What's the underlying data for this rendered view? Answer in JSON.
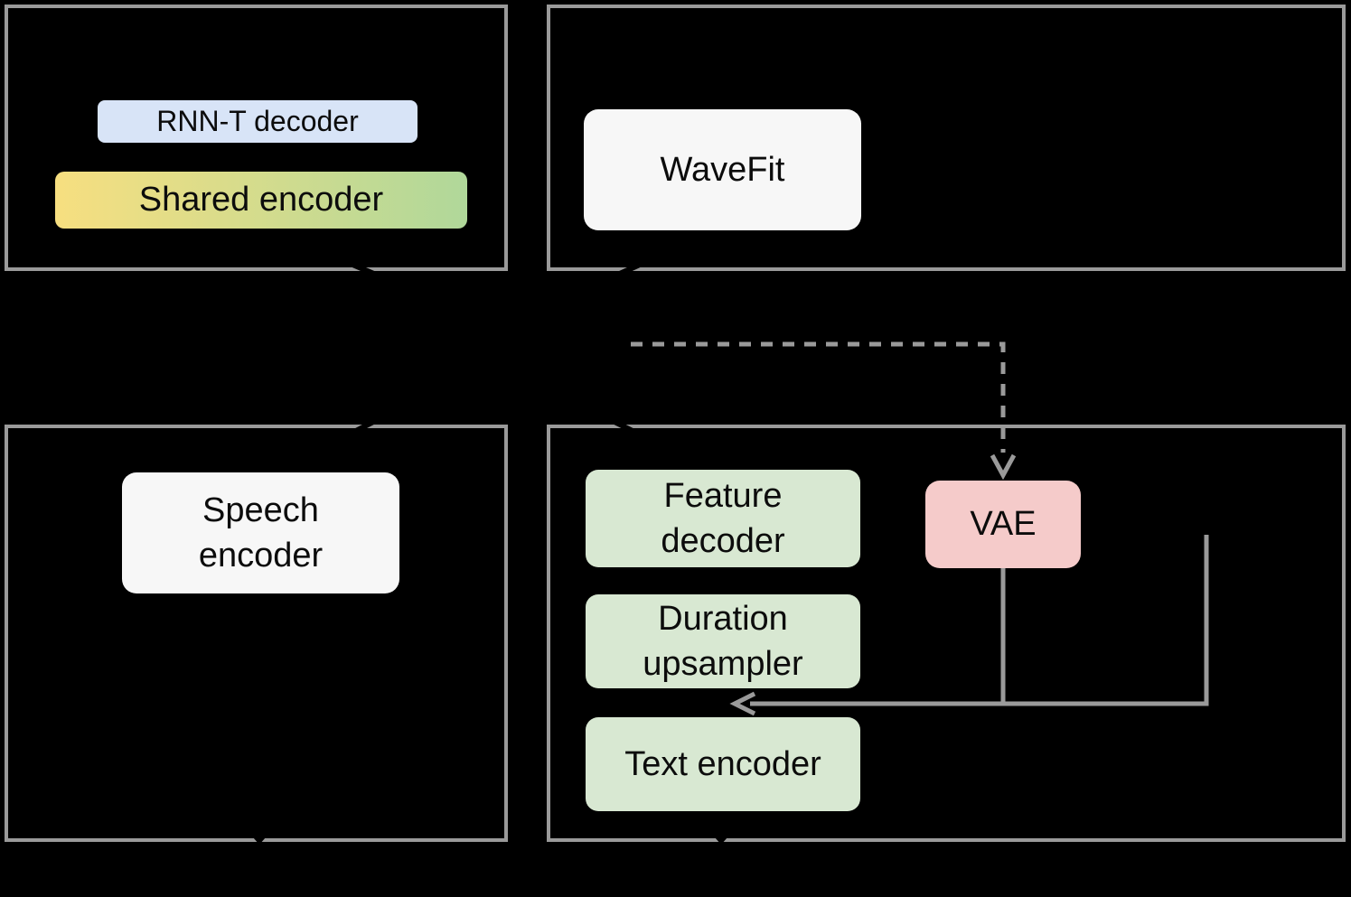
{
  "diagram": {
    "background_color": "#000000",
    "panel_border_color": "#9a9a9a",
    "connector_color": "#9a9a9a",
    "text_color": "#0c0c0c",
    "panels": {
      "top_left": {
        "blocks": {
          "rnnt_decoder": {
            "label": "RNN-T decoder",
            "fill": "#d8e4f7"
          },
          "shared_encoder": {
            "label": "Shared encoder",
            "fill_gradient": [
              "#f7df80",
              "#b0d89a"
            ]
          }
        }
      },
      "top_right": {
        "blocks": {
          "wavefit": {
            "label": "WaveFit",
            "fill": "#f7f7f7"
          }
        }
      },
      "bottom_left": {
        "blocks": {
          "speech_encoder": {
            "label": "Speech encoder",
            "fill": "#f7f7f7"
          }
        }
      },
      "bottom_right": {
        "blocks": {
          "feature_decoder": {
            "label": "Feature decoder",
            "fill": "#d8e8d2"
          },
          "duration_upsampler": {
            "label": "Duration upsampler",
            "fill": "#d8e8d2"
          },
          "text_encoder": {
            "label": "Text encoder",
            "fill": "#d8e8d2"
          },
          "vae": {
            "label": "VAE",
            "fill": "#f5cbca"
          }
        }
      }
    },
    "connectors": [
      {
        "id": "dashed-elbow-into-vae",
        "style": "dashed",
        "arrowhead": "down",
        "color": "#9a9a9a"
      },
      {
        "id": "vae-down-stub",
        "style": "solid",
        "arrowhead": "none",
        "color": "#9a9a9a"
      },
      {
        "id": "right-elbow-left-arrow",
        "style": "solid",
        "arrowhead": "left",
        "color": "#9a9a9a"
      }
    ]
  }
}
